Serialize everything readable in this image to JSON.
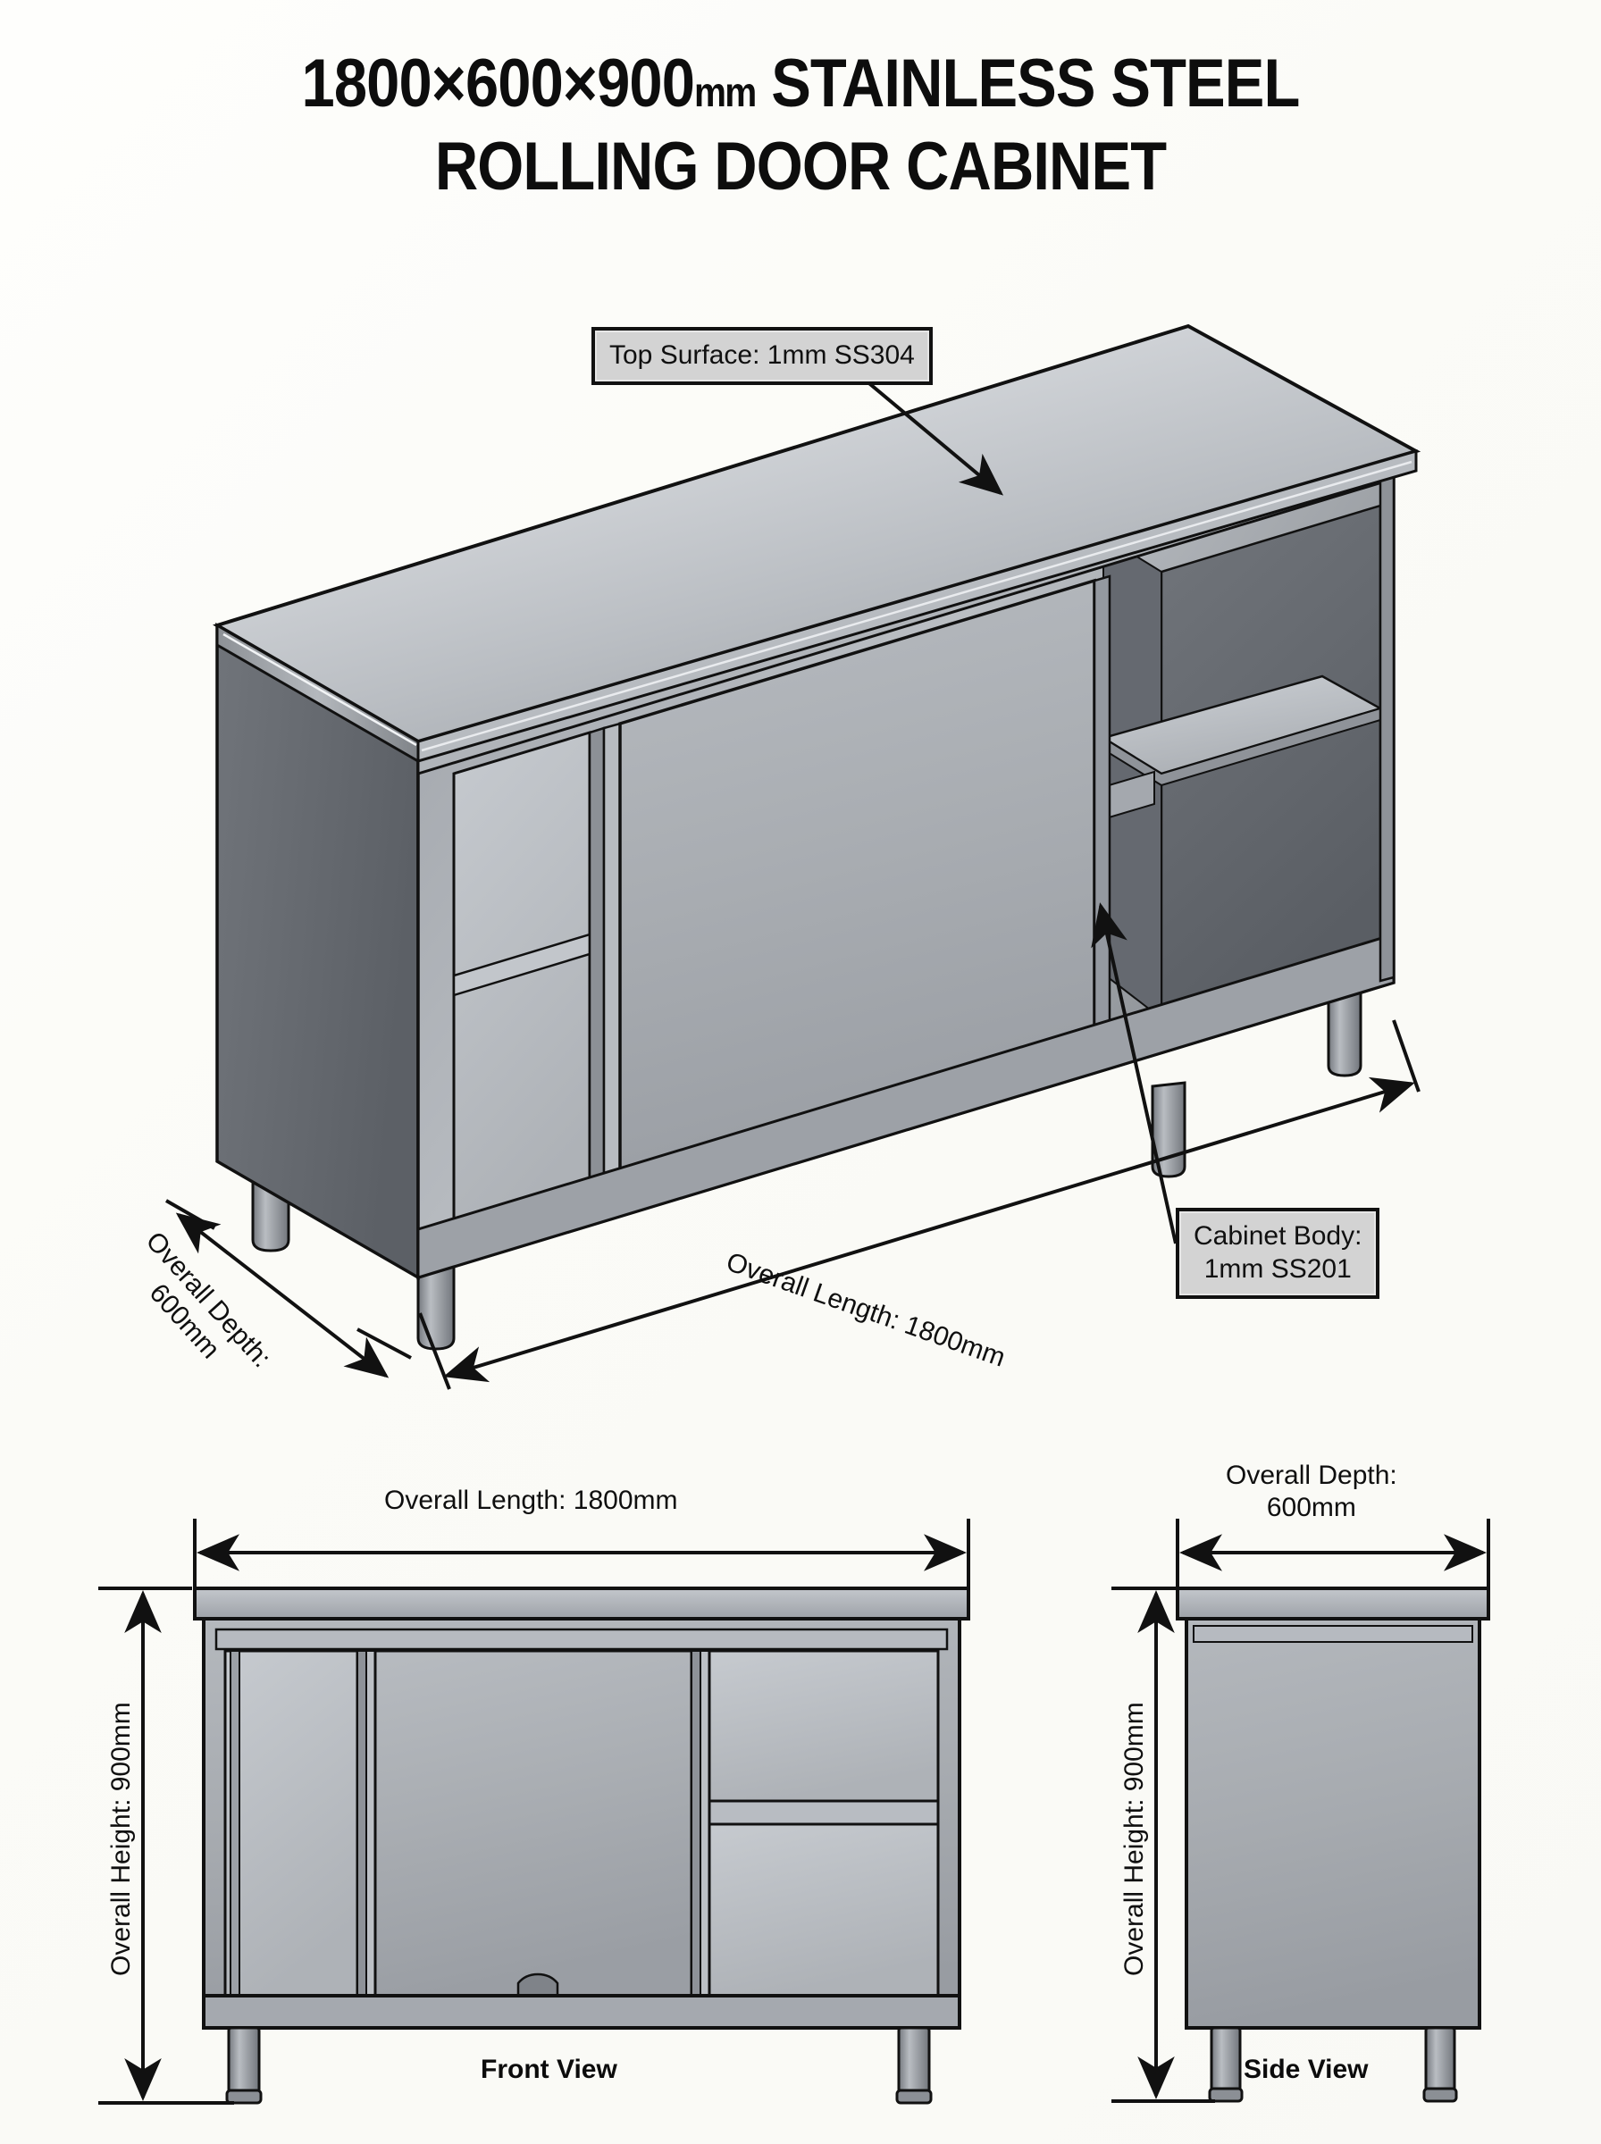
{
  "title": {
    "line1_dims": "1800×600×900",
    "line1_unit": "mm",
    "line1_rest": "STAINLESS STEEL",
    "line2": "ROLLING DOOR CABINET"
  },
  "callouts": {
    "top_surface": "Top Surface: 1mm SS304",
    "cabinet_body_l1": "Cabinet Body:",
    "cabinet_body_l2": "1mm SS201"
  },
  "iso_dimensions": {
    "length": "Overall Length: 1800mm",
    "depth_l1": "Overall Depth:",
    "depth_l2": "600mm"
  },
  "front_view": {
    "length": "Overall Length: 1800mm",
    "height": "Overall Height: 900mm",
    "caption": "Front View"
  },
  "side_view": {
    "depth_l1": "Overall Depth:",
    "depth_l2": "600mm",
    "height": "Overall Height: 900mm",
    "caption": "Side View"
  },
  "specs": {
    "overall_length_mm": 1800,
    "overall_depth_mm": 600,
    "overall_height_mm": 900,
    "top_surface_material": "SS304",
    "top_surface_thickness_mm": 1,
    "body_material": "SS201",
    "body_thickness_mm": 1,
    "door_type": "rolling / sliding door"
  },
  "colors": {
    "background": "#fdfdfa",
    "steel_light": "#d8dadd",
    "steel_mid": "#a8acb1",
    "steel_dark": "#6e7277",
    "steel_shadow": "#4d5155",
    "outline": "#101010",
    "callout_fill": "#d3d3d3"
  }
}
